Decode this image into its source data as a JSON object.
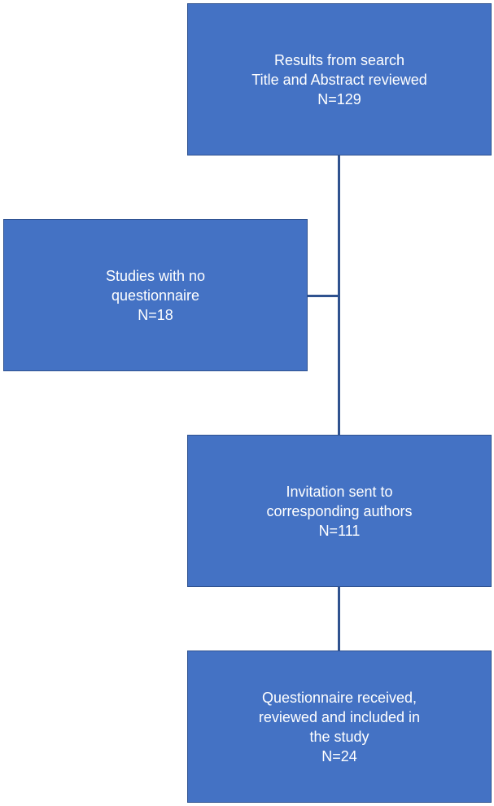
{
  "colors": {
    "box_fill": "#4472c4",
    "box_border": "#2f528f",
    "connector": "#2f528f",
    "text": "#ffffff"
  },
  "boxes": {
    "search": {
      "line1": "Results from search",
      "line2": "Title and Abstract reviewed",
      "count": "N=129"
    },
    "excluded": {
      "line1": "Studies with no",
      "line2": "questionnaire",
      "count": "N=18"
    },
    "invite": {
      "line1": "Invitation sent to",
      "line2": "corresponding authors",
      "count": "N=111"
    },
    "received": {
      "line1": "Questionnaire received,",
      "line2": "reviewed and included in",
      "line3": "the study",
      "count": "N=24"
    }
  }
}
